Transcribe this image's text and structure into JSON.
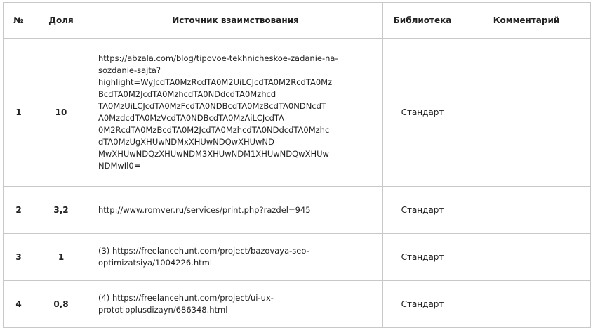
{
  "table": {
    "headers": {
      "num": "№",
      "share": "Доля",
      "source": "Источник взаимствования",
      "library": "Библиотека",
      "comment": "Комментарий"
    },
    "rows": [
      {
        "num": "1",
        "share": "10",
        "source": "https://abzala.com/blog/tipovoe-tekhnicheskoe-zadanie-na-\nsozdanie-sajta?\nhighlight=WyJcdTA0MzRcdTA0M2UiLCJcdTA0M2RcdTA0Mz\nBcdTA0M2JcdTA0MzhcdTA0NDdcdTA0Mzhcd\nTA0MzUiLCJcdTA0MzFcdTA0NDBcdTA0MzBcdTA0NDNcdT\nA0MzdcdTA0MzVcdTA0NDBcdTA0MzAiLCJcdTA\n0M2RcdTA0MzBcdTA0M2JcdTA0MzhcdTA0NDdcdTA0Mzhc\ndTA0MzUgXHUwNDMxXHUwNDQwXHUwND\nMwXHUwNDQzXHUwNDM3XHUwNDM1XHUwNDQwXHUw\nNDMwIl0=",
        "library": "Стандарт",
        "comment": ""
      },
      {
        "num": "2",
        "share": "3,2",
        "source": " http://www.romver.ru/services/print.php?razdel=945",
        "library": "Стандарт",
        "comment": ""
      },
      {
        "num": "3",
        "share": "1",
        "source": "(3) https://freelancehunt.com/project/bazovaya-seo-\noptimizatsiya/1004226.html",
        "library": "Стандарт",
        "comment": ""
      },
      {
        "num": "4",
        "share": "0,8",
        "source": "(4) https://freelancehunt.com/project/ui-ux-\nprototipplusdizayn/686348.html",
        "library": "Стандарт",
        "comment": ""
      }
    ]
  }
}
